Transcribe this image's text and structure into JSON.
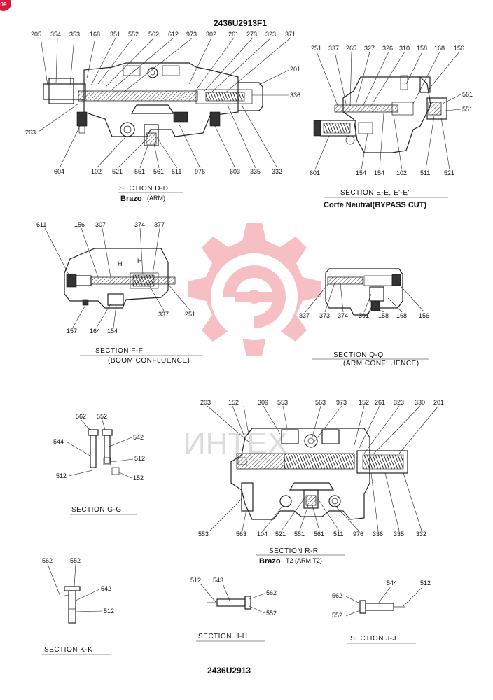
{
  "page": {
    "drawing_number_top": "2436U2913F1",
    "drawing_number_bottom": "2436U2913",
    "watermark_text": "ИНТЕХ",
    "corner_badge": "09",
    "watermark_color": "#e84a55"
  },
  "sections": {
    "dd": {
      "title": "SECTION  D-D",
      "subtitle_main": "Brazo",
      "subtitle_small": "(ARM)",
      "callouts": [
        "205",
        "354",
        "353",
        "168",
        "351",
        "552",
        "562",
        "612",
        "973",
        "302",
        "261",
        "273",
        "323",
        "371",
        "201",
        "336",
        "263",
        "604",
        "102",
        "521",
        "551",
        "561",
        "511",
        "976",
        "603",
        "335",
        "332"
      ]
    },
    "ee": {
      "title": "SECTION  E-E, E'-E'",
      "subtitle": "Corte Neutral(BYPASS CUT)",
      "callouts": [
        "251",
        "337",
        "265",
        "327",
        "326",
        "310",
        "158",
        "168",
        "156",
        "561",
        "551",
        "601",
        "154",
        "154",
        "102",
        "511",
        "521"
      ]
    },
    "ff": {
      "title": "SECTION  F-F",
      "subtitle": "(BOOM  CONFLUENCE)",
      "callouts": [
        "611",
        "156",
        "307",
        "374",
        "377",
        "157",
        "164",
        "154",
        "337",
        "251"
      ]
    },
    "qq": {
      "title": "SECTION  Q-Q",
      "subtitle": "(ARM  CONFLUENCE)",
      "callouts": [
        "337",
        "373",
        "374",
        "391",
        "158",
        "168",
        "156"
      ]
    },
    "gg": {
      "title": "SECTION  G-G",
      "callouts": [
        "562",
        "552",
        "544",
        "542",
        "512",
        "512",
        "152"
      ]
    },
    "rr": {
      "title": "SECTION  R-R",
      "subtitle_main": "Brazo",
      "subtitle_small": "T2   (ARM  T2)",
      "callouts": [
        "203",
        "152",
        "309",
        "553",
        "563",
        "973",
        "152",
        "261",
        "323",
        "330",
        "201",
        "553",
        "563",
        "104",
        "521",
        "551",
        "561",
        "511",
        "976",
        "336",
        "335",
        "332"
      ]
    },
    "kk": {
      "title": "SECTION  K-K",
      "callouts": [
        "562",
        "552",
        "542",
        "512"
      ]
    },
    "hh": {
      "title": "SECTION  H-H",
      "callouts": [
        "512",
        "543",
        "562",
        "552"
      ]
    },
    "jj": {
      "title": "SECTION  J-J",
      "callouts": [
        "544",
        "512",
        "562",
        "552"
      ]
    }
  }
}
